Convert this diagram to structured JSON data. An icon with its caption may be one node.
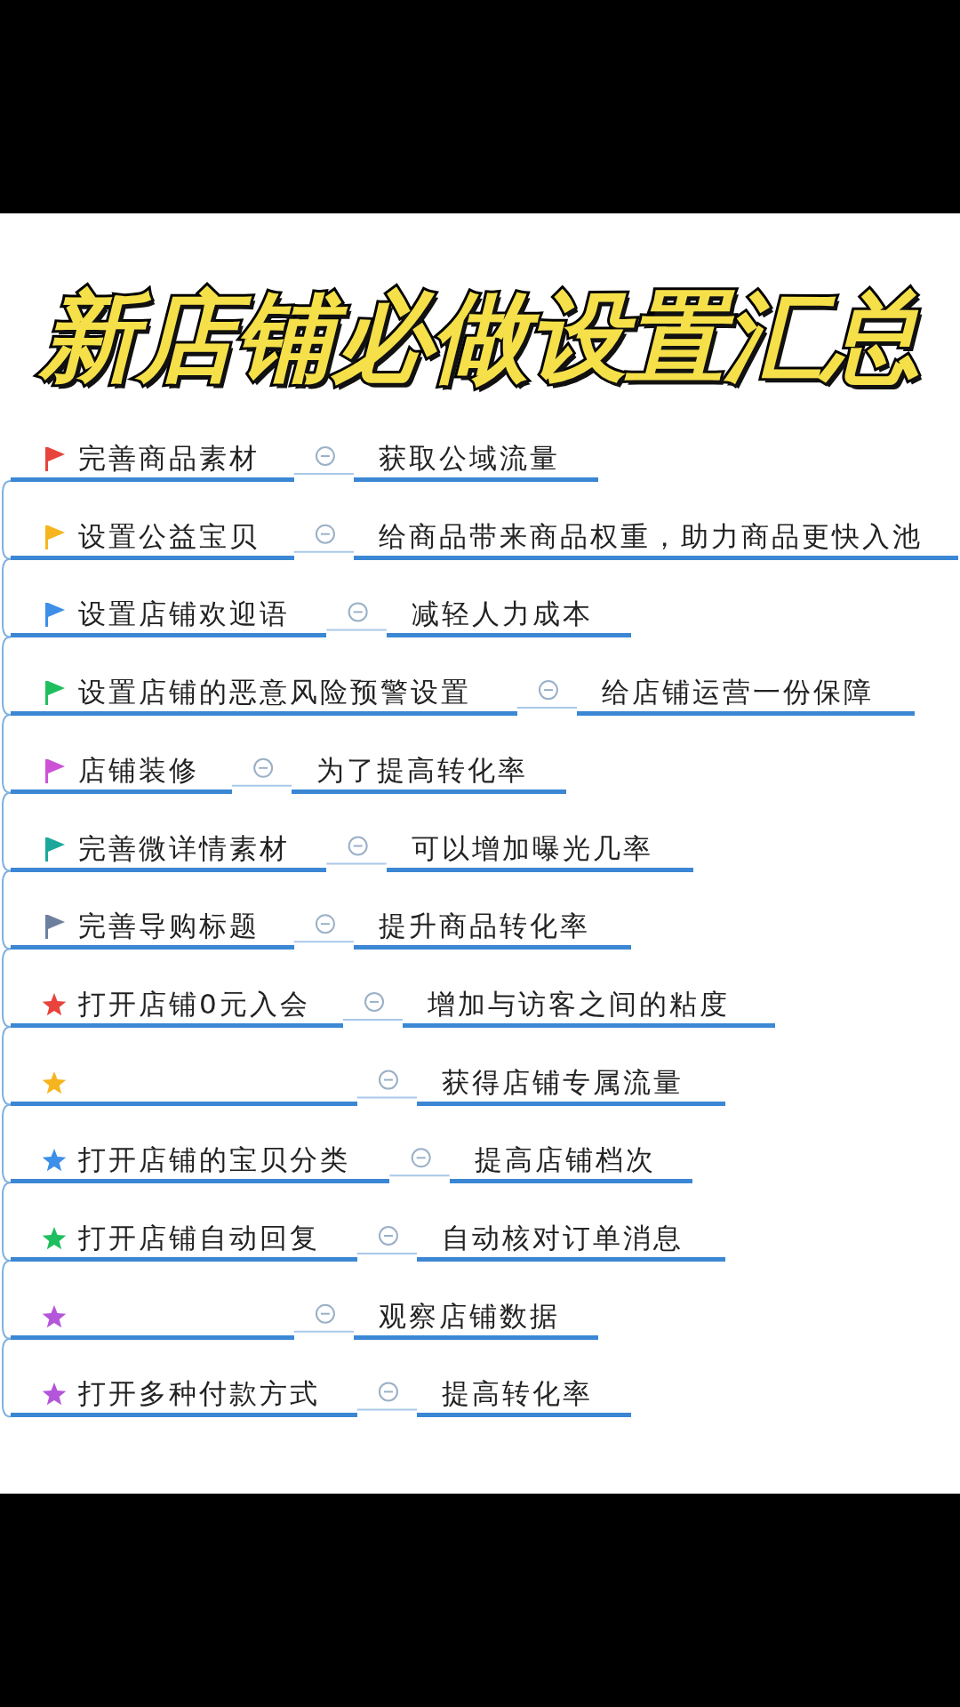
{
  "diagram": {
    "title": "新店铺必做设置汇总",
    "nodes": [
      {
        "text": [
          "完善商品素材"
        ]
      },
      {
        "text": [
          "获取公域流量"
        ]
      },
      {
        "text": [
          "设置公益宝贝"
        ]
      },
      {
        "text": [
          "给商品带来商品权重，助力商品更快入池"
        ]
      },
      {
        "text": [
          "设置店铺欢迎语"
        ]
      },
      {
        "text": [
          "减轻人力成本"
        ]
      },
      {
        "text": [
          "设置店铺的恶意风险预警设置"
        ]
      },
      {
        "text": [
          "给店铺运营一份保障"
        ]
      },
      {
        "text": [
          "店铺装修"
        ]
      },
      {
        "text": [
          "为了提高转化率"
        ]
      },
      {
        "text": [
          "完善微详情素材"
        ]
      },
      {
        "text": [
          "可以增加曝光几率"
        ]
      },
      {
        "text": [
          "完善导购标题"
        ]
      },
      {
        "text": [
          "提升商品转化率"
        ]
      },
      {
        "text": [
          "打开店铺0元入会"
        ]
      },
      {
        "text": [
          "增加与访客之间的粘度"
        ]
      },
      {
        "text": [],
        "shape": "bar"
      },
      {
        "text": [
          "获得店铺专属流量"
        ]
      },
      {
        "text": [
          "打开店铺的宝贝分类"
        ]
      },
      {
        "text": [
          "提高店铺档次"
        ]
      },
      {
        "text": [
          "打开店铺自动回复"
        ]
      },
      {
        "text": [
          "自动核对订单消息"
        ]
      },
      {
        "text": [],
        "shape": "bar"
      },
      {
        "text": [
          "观察店铺数据"
        ]
      },
      {
        "text": [
          "打开多种付款方式"
        ]
      },
      {
        "text": [
          "提高转化率"
        ]
      }
    ],
    "edges": [
      {
        "from": 0,
        "to": 1,
        "arrow": "none"
      },
      {
        "from": 2,
        "to": 3,
        "arrow": "none"
      },
      {
        "from": 4,
        "to": 5,
        "arrow": "none"
      },
      {
        "from": 6,
        "to": 7,
        "arrow": "none"
      },
      {
        "from": 8,
        "to": 9,
        "arrow": "none"
      },
      {
        "from": 10,
        "to": 11,
        "arrow": "none"
      },
      {
        "from": 12,
        "to": 13,
        "arrow": "none"
      },
      {
        "from": 14,
        "to": 15,
        "arrow": "none"
      },
      {
        "from": 16,
        "to": 17,
        "arrow": "none"
      },
      {
        "from": 18,
        "to": 19,
        "arrow": "none"
      },
      {
        "from": 20,
        "to": 21,
        "arrow": "none"
      },
      {
        "from": 22,
        "to": 23,
        "arrow": "none"
      },
      {
        "from": 24,
        "to": 25,
        "arrow": "none"
      },
      {
        "from": 0,
        "to": 2,
        "arrow": "none"
      },
      {
        "from": 2,
        "to": 4,
        "arrow": "none"
      },
      {
        "from": 4,
        "to": 6,
        "arrow": "none"
      },
      {
        "from": 6,
        "to": 8,
        "arrow": "none"
      },
      {
        "from": 8,
        "to": 10,
        "arrow": "none"
      },
      {
        "from": 10,
        "to": 12,
        "arrow": "none"
      },
      {
        "from": 12,
        "to": 14,
        "arrow": "none"
      },
      {
        "from": 14,
        "to": 16,
        "arrow": "none"
      },
      {
        "from": 16,
        "to": 18,
        "arrow": "none"
      },
      {
        "from": 18,
        "to": 20,
        "arrow": "none"
      },
      {
        "from": 20,
        "to": 22,
        "arrow": "none"
      },
      {
        "from": 22,
        "to": 24,
        "arrow": "none"
      }
    ]
  }
}
